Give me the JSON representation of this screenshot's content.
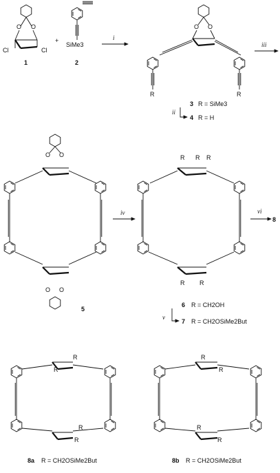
{
  "structures": {
    "c1_label": "1",
    "c1_cl_left": "Cl",
    "c1_cl_right": "Cl",
    "c1_o": "O",
    "c2_label": "2",
    "c2_group": "SiMe3",
    "plus": "+",
    "c3_r_left": "R",
    "c3_r_right": "R",
    "c3_o": "O",
    "c5_label": "5",
    "c5_o": "O",
    "c6_r": "R",
    "c8a_label": "8a",
    "c8a_r": "R",
    "c8a_def": "R = CH2OSiMe2But",
    "c8b_label": "8b",
    "c8b_r": "R",
    "c8b_def": "R = CH2OSiMe2But"
  },
  "steps": {
    "s1": "i",
    "s2": "ii",
    "s3": "iii",
    "s4": "iv",
    "s5": "v",
    "s6": "vi"
  },
  "products": {
    "p3": "3",
    "p3_def": "R = SiMe3",
    "p4": "4",
    "p4_def": "R = H",
    "p6": "6",
    "p6_def": "R = CH2OH",
    "p7": "7",
    "p7_def": "R = CH2OSiMe2But",
    "p8": "8"
  }
}
